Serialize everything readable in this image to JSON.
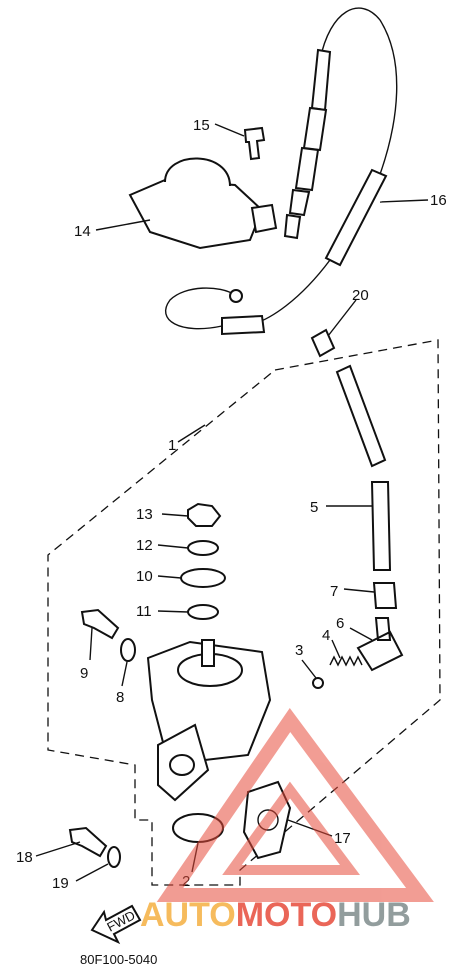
{
  "diagram": {
    "part_labels": [
      "1",
      "2",
      "3",
      "4",
      "5",
      "6",
      "7",
      "8",
      "9",
      "10",
      "11",
      "12",
      "13",
      "14",
      "15",
      "16",
      "17",
      "18",
      "19",
      "20"
    ],
    "arrow_text": "FWD",
    "figure_code": "80F100-5040"
  },
  "watermark": {
    "auto": "AUTO",
    "moto": "MOTO",
    "hub": "HUB",
    "colors": {
      "auto": "#f5b041",
      "moto": "#e74c3c",
      "hub": "#7f8c8d",
      "triangle": "#e74c3c"
    }
  }
}
